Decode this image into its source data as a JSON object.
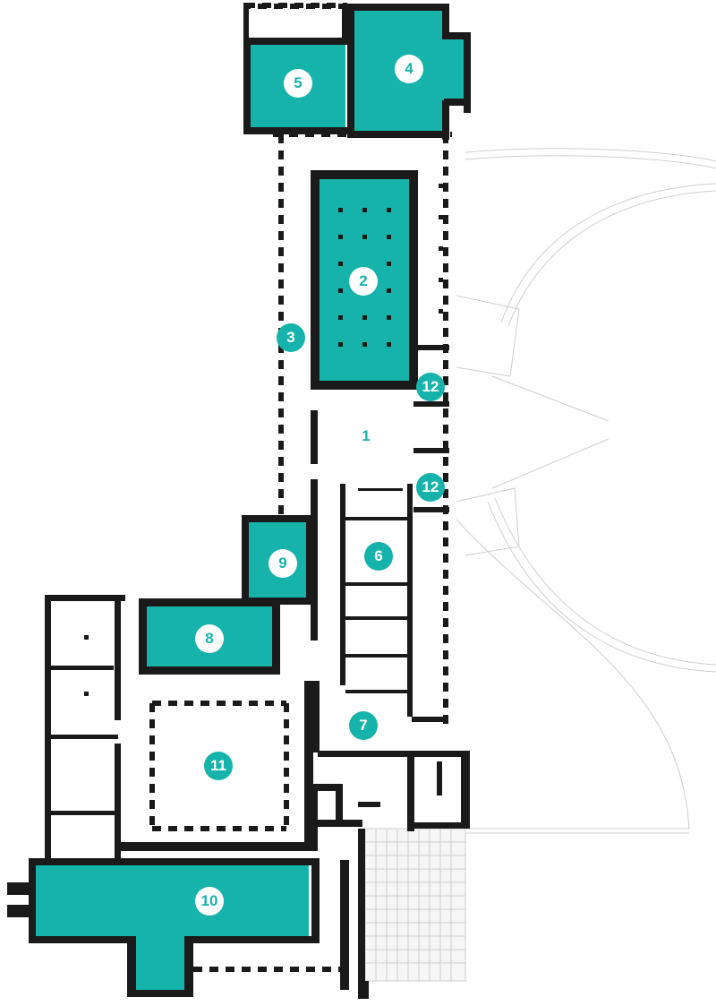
{
  "colors": {
    "room_fill": "#16b3ab",
    "wall": "#1a1a1a",
    "background": "#ffffff"
  },
  "rooms": [
    {
      "label": "1",
      "highlighted": false
    },
    {
      "label": "2",
      "highlighted": true
    },
    {
      "label": "3",
      "highlighted": false
    },
    {
      "label": "4",
      "highlighted": true
    },
    {
      "label": "5",
      "highlighted": true
    },
    {
      "label": "6",
      "highlighted": false
    },
    {
      "label": "7",
      "highlighted": false
    },
    {
      "label": "8",
      "highlighted": true
    },
    {
      "label": "9",
      "highlighted": true
    },
    {
      "label": "10",
      "highlighted": true
    },
    {
      "label": "11",
      "highlighted": false
    },
    {
      "label": "12",
      "highlighted": false
    },
    {
      "label": "12",
      "highlighted": false
    }
  ]
}
